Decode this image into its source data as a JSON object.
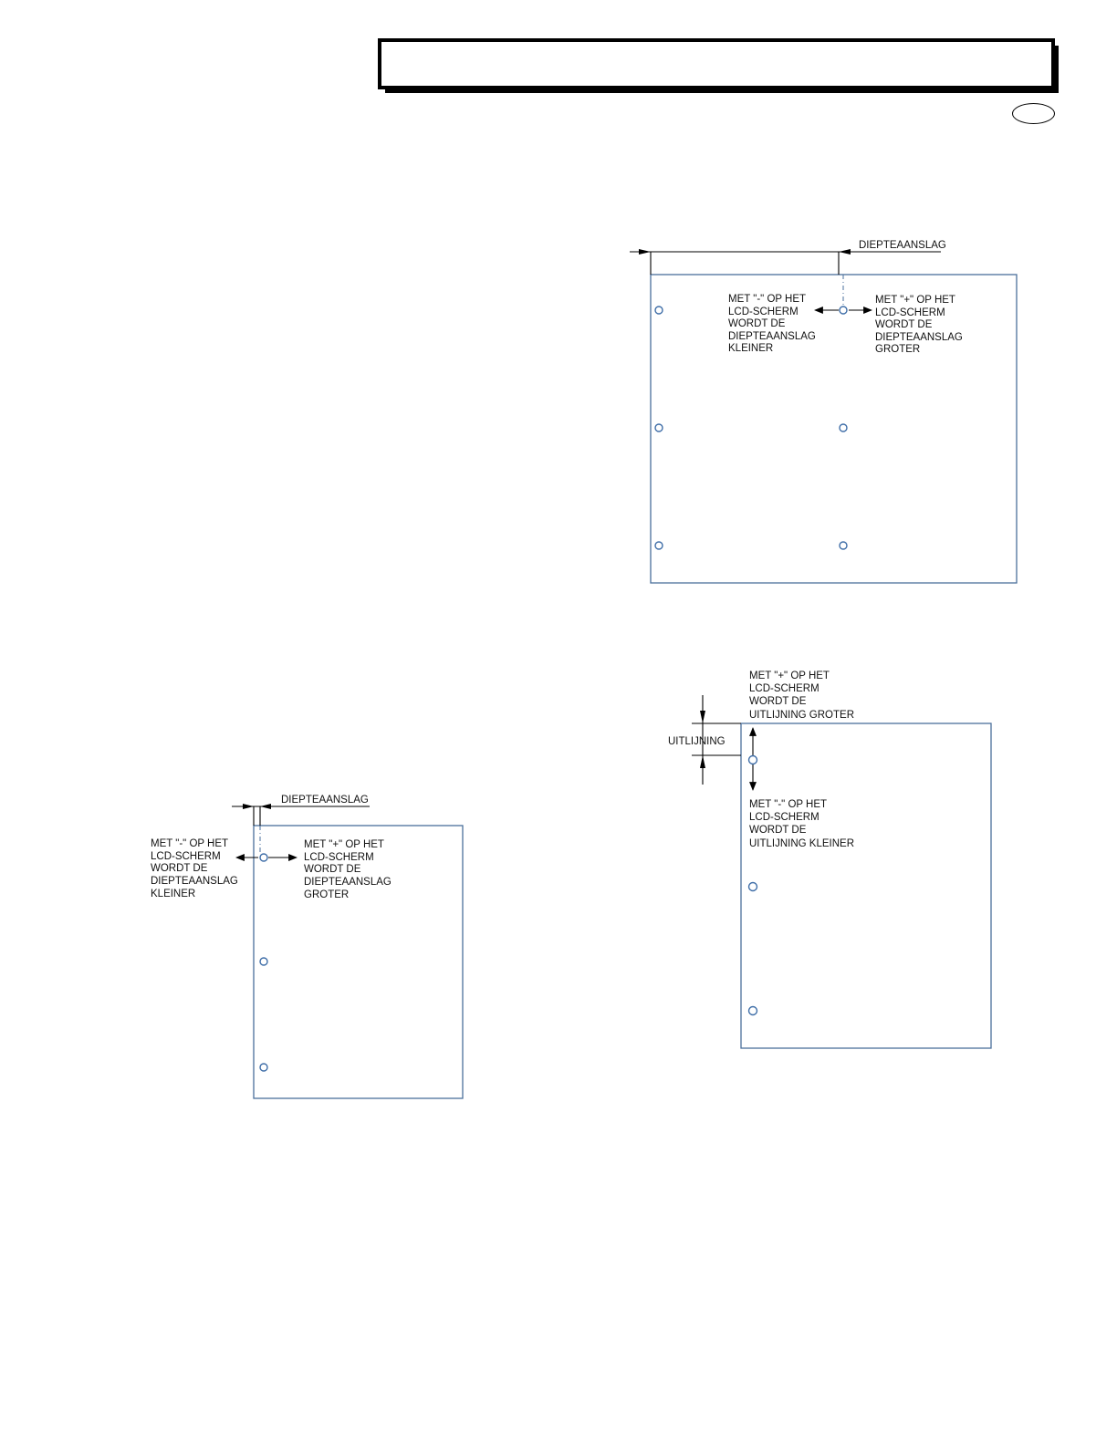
{
  "header": {
    "title": ""
  },
  "page_oval": {
    "text": ""
  },
  "labels": {
    "diepteaanslag": "DIEPTEAANSLAG",
    "uitlijning": "UITLIJNING",
    "minus_depth": [
      "MET \"-\" OP HET",
      "LCD-SCHERM",
      "WORDT DE",
      "DIEPTEAANSLAG",
      "KLEINER"
    ],
    "plus_depth": [
      "MET \"+\" OP HET",
      "LCD-SCHERM",
      "WORDT DE",
      "DIEPTEAANSLAG",
      "GROTER"
    ],
    "plus_align": [
      "MET \"+\" OP HET",
      "LCD-SCHERM",
      "WORDT DE",
      "UITLIJNING GROTER"
    ],
    "minus_align": [
      "MET \"-\" OP HET",
      "LCD-SCHERM",
      "WORDT DE",
      "UITLIJNING KLEINER"
    ]
  },
  "colors": {
    "sheet_outline": "#4a6f9c",
    "hole": "#3f6ea8",
    "lines": "#000000"
  }
}
